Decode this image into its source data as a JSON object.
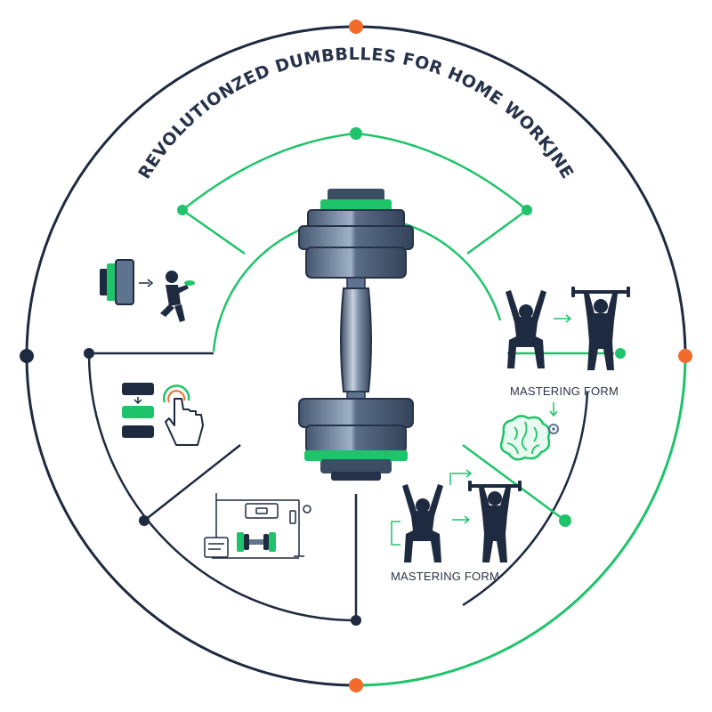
{
  "title": "REVOLUTIONZED DUMBBLLES FOR HOME WORKJNE",
  "labels": {
    "right_upper": "MASTERING FORM",
    "right_lower": "MASTERING FORM"
  },
  "colors": {
    "navy": "#1e2a3f",
    "green": "#1fc46a",
    "orange": "#f26b2a",
    "steel": "#5e7390"
  },
  "icons": [
    "weight-plates-icon",
    "person-squat-icon",
    "stacked-blocks-icon",
    "tap-hand-icon",
    "workout-station-icon",
    "squat-person-icon",
    "overhead-lift-person-icon",
    "brain-gear-icon",
    "dumbbell-icon"
  ]
}
